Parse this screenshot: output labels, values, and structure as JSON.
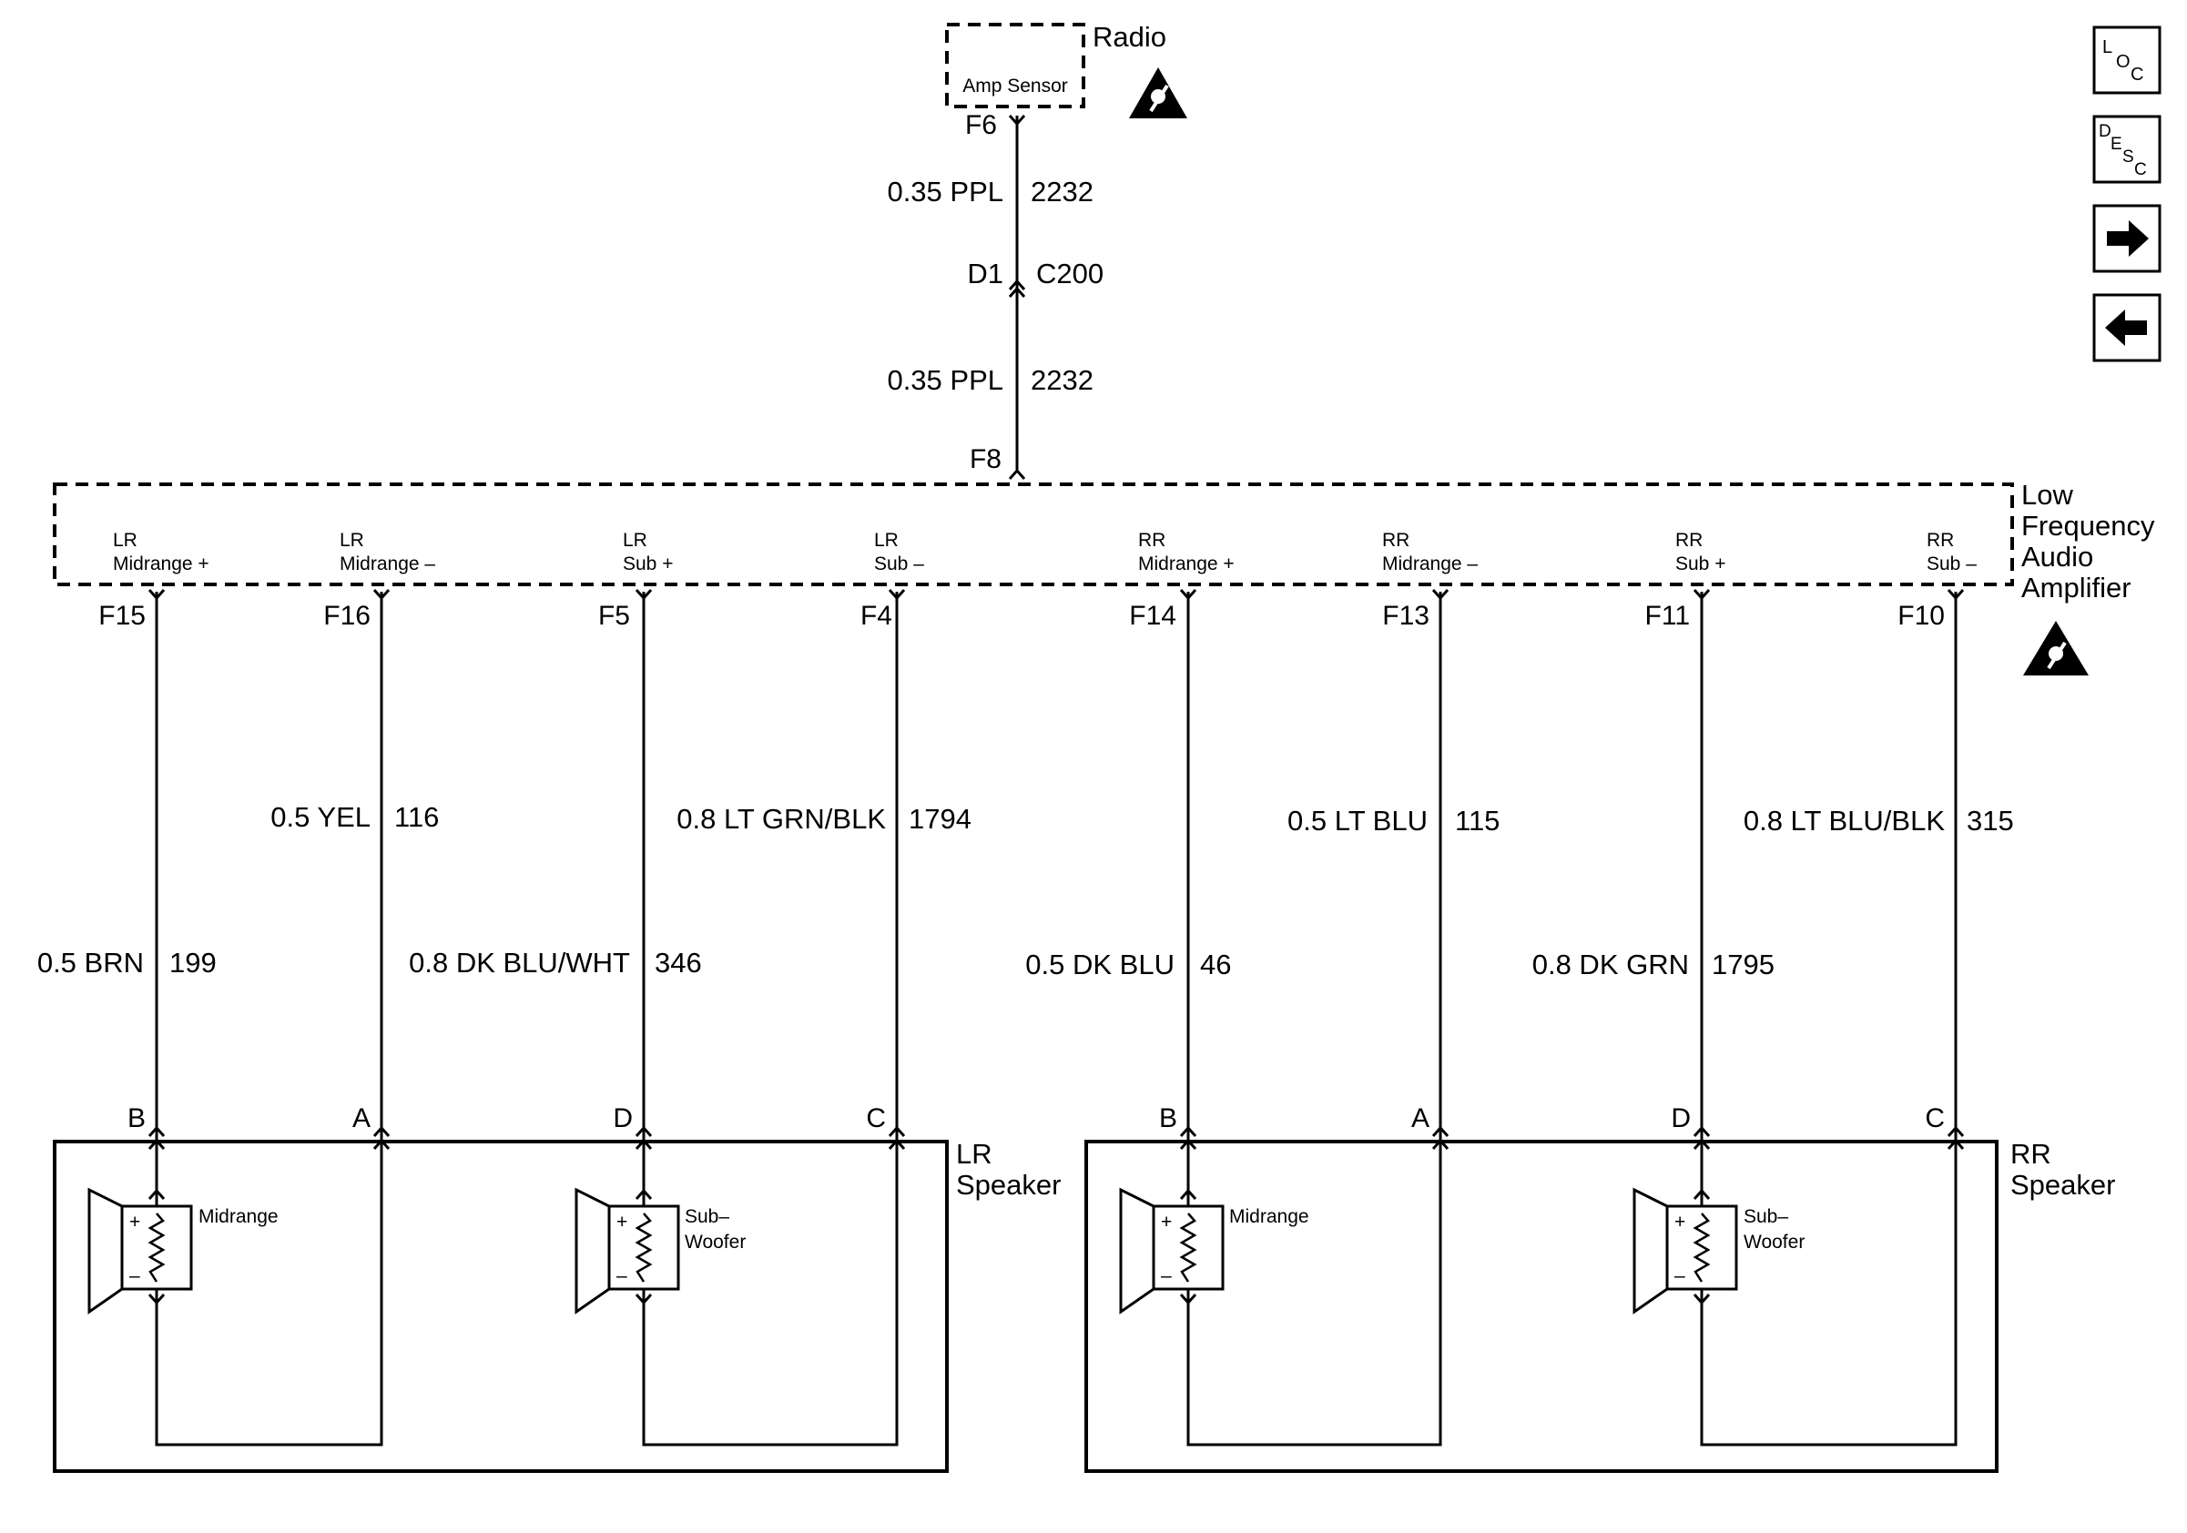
{
  "radio": {
    "title": "Radio",
    "sensor_label": "Amp Sensor",
    "pin": "F6"
  },
  "feed_wire": {
    "upper": {
      "size_color": "0.35 PPL",
      "circuit": "2232"
    },
    "connector": {
      "pin": "D1",
      "name": "C200"
    },
    "lower": {
      "size_color": "0.35 PPL",
      "circuit": "2232"
    },
    "amp_pin": "F8"
  },
  "amplifier": {
    "name_lines": [
      "Low",
      "Frequency",
      "Audio",
      "Amplifier"
    ],
    "terminals": [
      {
        "line1": "LR",
        "line2": "Midrange +",
        "pin": "F15"
      },
      {
        "line1": "LR",
        "line2": "Midrange –",
        "pin": "F16"
      },
      {
        "line1": "LR",
        "line2": "Sub +",
        "pin": "F5"
      },
      {
        "line1": "LR",
        "line2": "Sub –",
        "pin": "F4"
      },
      {
        "line1": "RR",
        "line2": "Midrange +",
        "pin": "F14"
      },
      {
        "line1": "RR",
        "line2": "Midrange –",
        "pin": "F13"
      },
      {
        "line1": "RR",
        "line2": "Sub +",
        "pin": "F11"
      },
      {
        "line1": "RR",
        "line2": "Sub –",
        "pin": "F10"
      }
    ]
  },
  "wires": [
    {
      "size_color": "0.5 BRN",
      "circuit": "199",
      "speaker_pin": "B"
    },
    {
      "size_color": "0.5 YEL",
      "circuit": "116",
      "speaker_pin": "A"
    },
    {
      "size_color": "0.8 DK BLU/WHT",
      "circuit": "346",
      "speaker_pin": "D"
    },
    {
      "size_color": "0.8 LT GRN/BLK",
      "circuit": "1794",
      "speaker_pin": "C"
    },
    {
      "size_color": "0.5 DK BLU",
      "circuit": "46",
      "speaker_pin": "B"
    },
    {
      "size_color": "0.5 LT BLU",
      "circuit": "115",
      "speaker_pin": "A"
    },
    {
      "size_color": "0.8 DK GRN",
      "circuit": "1795",
      "speaker_pin": "D"
    },
    {
      "size_color": "0.8 LT BLU/BLK",
      "circuit": "315",
      "speaker_pin": "C"
    }
  ],
  "speakers": [
    {
      "name_lines": [
        "LR",
        "Speaker"
      ],
      "midrange_label": "Midrange",
      "sub_label_lines": [
        "Sub–",
        "Woofer"
      ]
    },
    {
      "name_lines": [
        "RR",
        "Speaker"
      ],
      "midrange_label": "Midrange",
      "sub_label_lines": [
        "Sub–",
        "Woofer"
      ]
    }
  ],
  "driver_polarity": {
    "plus": "+",
    "minus": "–"
  },
  "nav": {
    "loc": {
      "a": "L",
      "b": "O",
      "c": "C"
    },
    "desc": {
      "a": "D",
      "b": "E",
      "c": "S",
      "d": "C"
    },
    "next_icon": "arrow-right-icon",
    "prev_icon": "arrow-left-icon"
  },
  "esd_icon": "esd-warning-icon"
}
